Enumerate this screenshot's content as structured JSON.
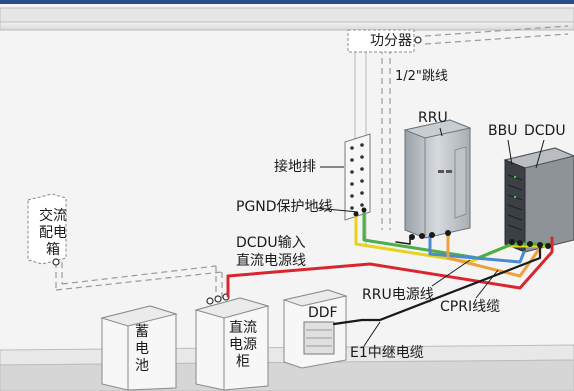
{
  "labels": {
    "power_splitter": "功分器",
    "jumper": "1/2\"跳线",
    "rru": "RRU",
    "bbu": "BBU",
    "dcdu": "DCDU",
    "ground_bar": "接地排",
    "pgnd": "PGND保护地线",
    "dcdu_input_line1": "DCDU输入",
    "dcdu_input_line2": "直流电源线",
    "ac_box": "交流配电箱",
    "battery": "蓄电池",
    "dc_cabinet": "直流电源柜",
    "ddf": "DDF",
    "rru_power": "RRU电源线",
    "cpri": "CPRI线缆",
    "e1": "E1中继电缆"
  },
  "colors": {
    "top_bar": "#2b4d8c",
    "power_red": "#d9262e",
    "cable_yellow": "#e9d21e",
    "cable_green": "#4cae49",
    "cable_blue": "#4a8ad0",
    "cable_orange": "#f0a03a",
    "cable_black": "#1a1a1a"
  }
}
